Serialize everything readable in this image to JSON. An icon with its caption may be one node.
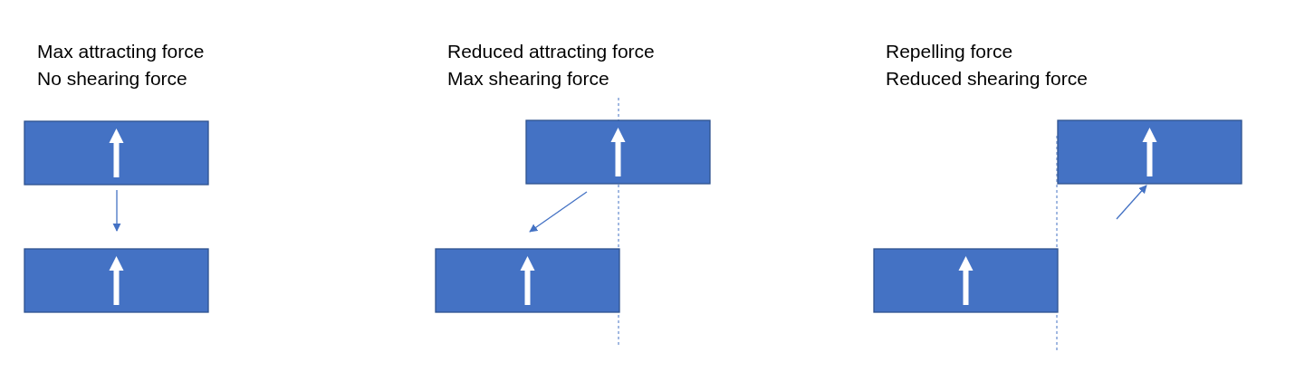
{
  "diagram": {
    "labels": [
      "Max attracting force",
      "No shearing force",
      "Reduced attracting force",
      "Max shearing force",
      "Repelling force",
      "Reduced shearing force"
    ]
  }
}
